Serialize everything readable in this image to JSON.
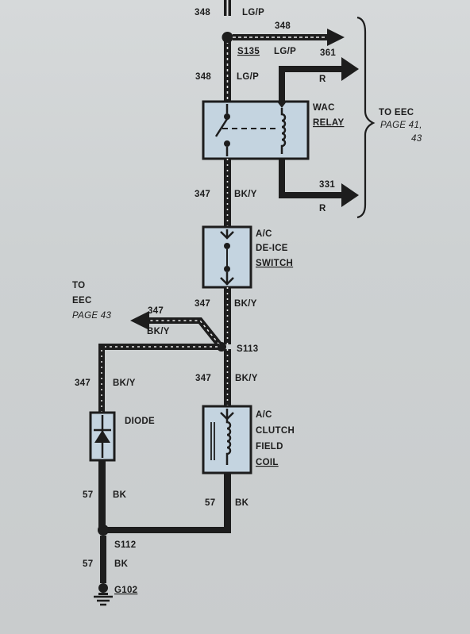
{
  "wires": {
    "top_circuit": "348",
    "top_color": "LG/P",
    "branch_circuit": "348",
    "branch_color": "LG/P",
    "relay_in_circuit": "348",
    "relay_in_color": "LG/P",
    "relay_out_361": "361",
    "relay_out_361_color": "R",
    "relay_out_331": "331",
    "relay_out_331_color": "R",
    "bky_1_circuit": "347",
    "bky_1_color": "BK/Y",
    "bky_2_circuit": "347",
    "bky_2_color": "BK/Y",
    "bky_eec_circuit": "347",
    "bky_eec_color": "BK/Y",
    "bky_3_circuit": "347",
    "bky_3_color": "BK/Y",
    "bky_diode_circuit": "347",
    "bky_diode_color": "BK/Y",
    "bk_diode_circuit": "57",
    "bk_diode_color": "BK",
    "bk_coil_circuit": "57",
    "bk_coil_color": "BK",
    "bk_ground_circuit": "57",
    "bk_ground_color": "BK"
  },
  "splices": {
    "s135": "S135",
    "s113": "S113",
    "s112": "S112",
    "ground": "G102"
  },
  "components": {
    "wac_relay_line1": "WAC",
    "wac_relay_line2": "RELAY",
    "deice_line1": "A/C",
    "deice_line2": "DE-ICE",
    "deice_line3": "SWITCH",
    "clutch_line1": "A/C",
    "clutch_line2": "CLUTCH",
    "clutch_line3": "FIELD",
    "clutch_line4": "COIL",
    "diode": "DIODE"
  },
  "references": {
    "eec_right_line1": "TO EEC",
    "eec_right_line2": "PAGE 41,",
    "eec_right_line3": "43",
    "eec_left_line1": "TO",
    "eec_left_line2": "EEC",
    "eec_left_line3": "PAGE 43"
  },
  "colors": {
    "ink": "#1d1d1d",
    "component_fill": "#c4d4e0",
    "page": "#cfd2d3"
  }
}
